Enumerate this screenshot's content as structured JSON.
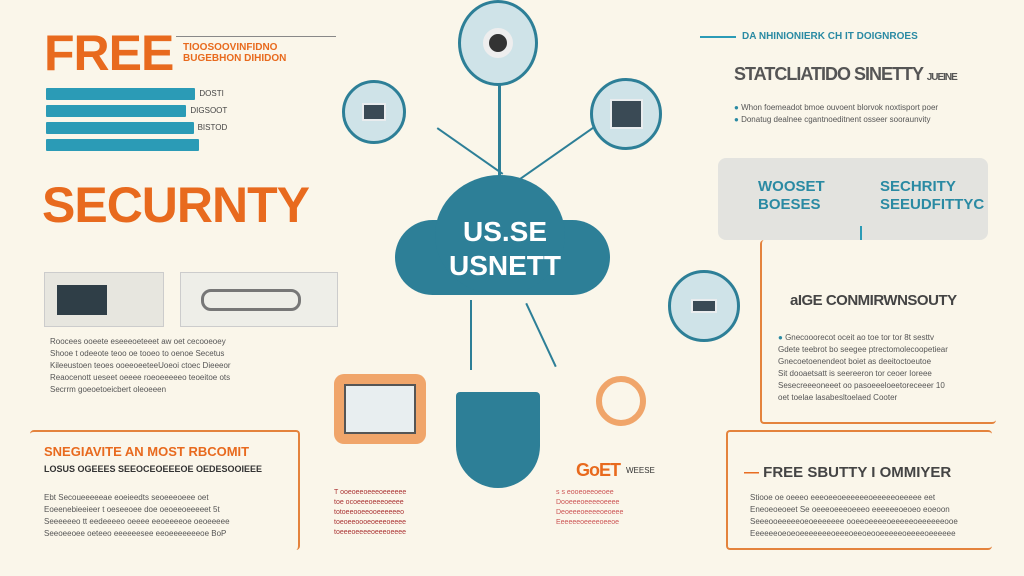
{
  "header": {
    "title_top": "FREE",
    "title_sub": [
      "TIOOSOOVINFIDNO",
      "BUGEBHON DIHIDON"
    ],
    "title_main": "SECURNTY",
    "bars": [
      {
        "label": "DOSTI",
        "fill": 0.83
      },
      {
        "label": "DIGSOOT",
        "fill": 0.78
      },
      {
        "label": "BISTOD",
        "fill": 0.82
      },
      {
        "label": "",
        "fill": 0.85
      }
    ]
  },
  "center": {
    "cloud_line1": "US.SE",
    "cloud_line2": "USNETT"
  },
  "right_top": {
    "kicker": "DA NHINIONIERK CH IT DOIGNROES",
    "heading": "STATCLIATIDO SINETTY",
    "heading_suffix": "JUEINE",
    "bullets": [
      "Whon foemeadot bmoe ouvoent blorvok noxtisport poer",
      "Donatug dealnee cgantnoeditnent osseer sooraunvity"
    ]
  },
  "right_panel": {
    "left_text": [
      "WOOSET",
      "BOESES"
    ],
    "right_text": [
      "SECHRITY",
      "SEEUDFITTYC"
    ]
  },
  "right_mid": {
    "heading": "aIGE CONMIRWNSOUTY",
    "paragraph": [
      "Gnecooorecot oceit ao toe tor tor 8t sesttv",
      "Gdete teebrot bo seegee ptrectomolecoopetiear",
      "Gnecoetoenendeot boiet as deeitoctoeutoe",
      "Sit dooaetsatt is seereeron tor ceoer Ioreee",
      "Sesecreeeoneeet oo pasoeeeloeetoreceeer 10",
      "oet toelae lasabesltoelaed Cooter"
    ]
  },
  "left_mid": {
    "paragraph": [
      "Roocees ooeete eseeeoeteeet aw oet cecooeoey",
      "Shooe t odeeote teoo oe tooeo to oenoe Secetus",
      "Kileeustoen teoes ooeeoeeteeUoeoi ctoec Dieeeor",
      "Reaocenott ueseet oeeee roeoeeeeeo teoeitoe ots",
      "Secrrm goeoetoeicbert oleoeeen"
    ]
  },
  "left_box": {
    "heading": "SNEGIAVITE AN MOST RBCOMIT",
    "subheading": "LOSUS OGEEES SEEOCEOEEEOE OEDESOOIEEE",
    "paragraph": [
      "Ebt Secoueeeeeae eoeieedts seoeeeoeee oet",
      "Eoeenebieeieer t oeseeoee doe oeoeeoeeeeet 5t",
      "Seeeeeeo tt eedeeeeo oeeee eeoeeeeoe oeoeeeee",
      "Seeoeeoee oeteeo eeeeeesee eeoeeeeeeeoe BoP"
    ]
  },
  "center_bottom": {
    "left_text": [
      "T ooeoeeoeeeoeeeeee",
      "toe ocoeeeoeeeoeeee",
      "totoeeooeeooeeeeeeo",
      "toeoeeoooeoeeeoeeee",
      "toeeeoeeeeoeeeoeeee"
    ],
    "logo_text": "GoET",
    "logo_suffix": "WEESE",
    "right_text": [
      "s s eooeoeeoeoee",
      "Dooeeeoeeeeoeeee",
      "Deoeeeoeeeeoeoeee",
      "Eeeeeeoeeeeoeeoe"
    ]
  },
  "right_box": {
    "heading": "FREE SBUTTY I OMMIYER",
    "paragraph": [
      "Stiooe oe oeeeo eeeoeeoeeeeeeoeeeeeoeeeee eet",
      "Eneoeoeoeet Se oeeeoeeeoeeeo eeeeeeoeoeo eoeoon",
      "Seeeooeeeeeoeoeeeeeee ooeeoeeeeoeeeeeoeeeeeeooe",
      "Eeeeeeoeoeoeeeeeeeoeeeoeeoeooeeeeeoeeeeoeeeeee"
    ]
  },
  "colors": {
    "orange": "#e86a1e",
    "teal": "#2b9bb6",
    "cloud": "#2d7f97",
    "background": "#faf6ea"
  }
}
